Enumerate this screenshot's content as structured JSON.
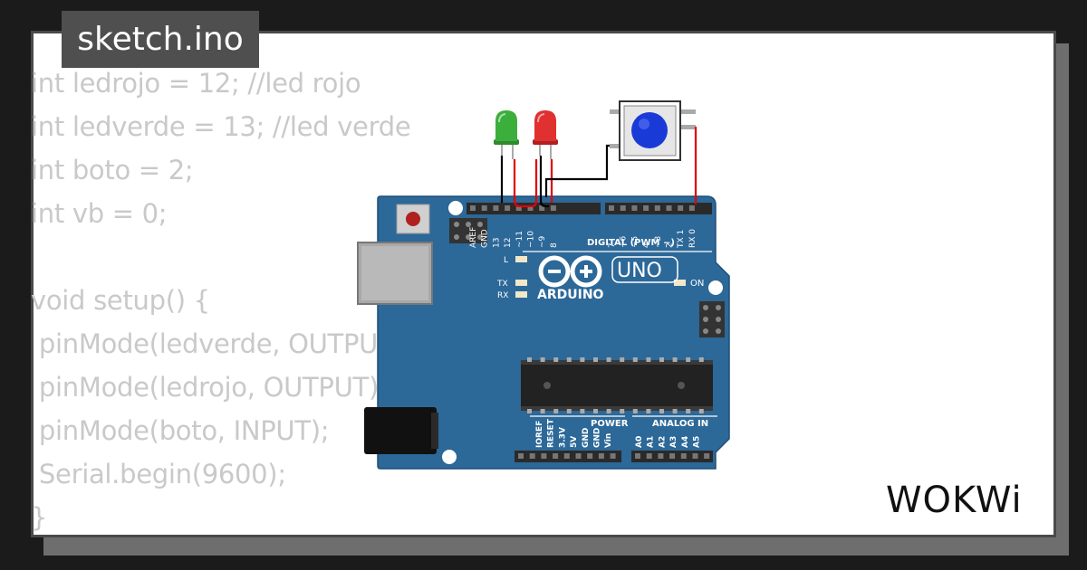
{
  "title": "sketch.ino",
  "code_lines": [
    "int ledrojo = 12; //led rojo",
    "int ledverde = 13; //led verde",
    "int boto = 2;",
    "int vb = 0;",
    "",
    "void setup() {",
    " pinMode(ledverde, OUTPUT);",
    " pinMode(ledrojo, OUTPUT);",
    " pinMode(boto, INPUT);",
    " Serial.begin(9600);",
    "}"
  ],
  "board": {
    "brand": "ARDUINO",
    "model": "UNO",
    "digital_header_label": "DIGITAL (PWM ~)",
    "power_label": "POWER",
    "analog_label": "ANALOG IN",
    "led_l": "L",
    "led_tx": "TX",
    "led_rx": "RX",
    "led_on": "ON",
    "digital_pins_left": [
      "AREF",
      "GND",
      "13",
      "12",
      "~11",
      "~10",
      "~9",
      "8"
    ],
    "digital_pins_right": [
      "7",
      "~6",
      "~5",
      "4",
      "~3",
      "2",
      "TX 1",
      "RX 0"
    ],
    "power_pins": [
      "IOREF",
      "RESET",
      "3.3V",
      "5V",
      "GND",
      "GND",
      "Vin"
    ],
    "analog_pins": [
      "A0",
      "A1",
      "A2",
      "A3",
      "A4",
      "A5"
    ],
    "color_board": "#2c6898",
    "color_board_dark": "#1f4f78"
  },
  "components": {
    "led_green_color": "#3cae3c",
    "led_red_color": "#e03030",
    "button_cap_color": "#1a3ad8"
  },
  "logo_text": "WOKWi"
}
